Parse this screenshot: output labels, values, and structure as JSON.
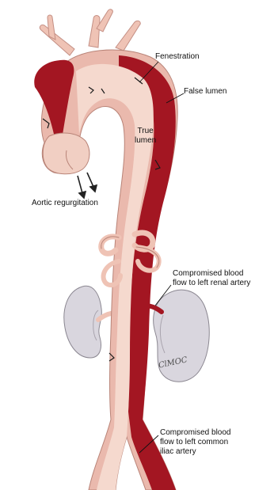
{
  "labels": {
    "fenestration": "Fenestration",
    "false_lumen": "False lumen",
    "true_lumen": "True\nlumen",
    "aortic_regurgitation": "Aortic regurgitation",
    "renal": "Compromised blood\nflow to left renal artery",
    "iliac": "Compromised blood\nflow to left common\niliac artery"
  },
  "signature": "ClMOC",
  "colors": {
    "true_lumen": "#f5d9ce",
    "false_lumen": "#a31622",
    "vessel_wall": "#eab9ad",
    "kidney": "#d7d4dc",
    "leader": "#111111"
  }
}
